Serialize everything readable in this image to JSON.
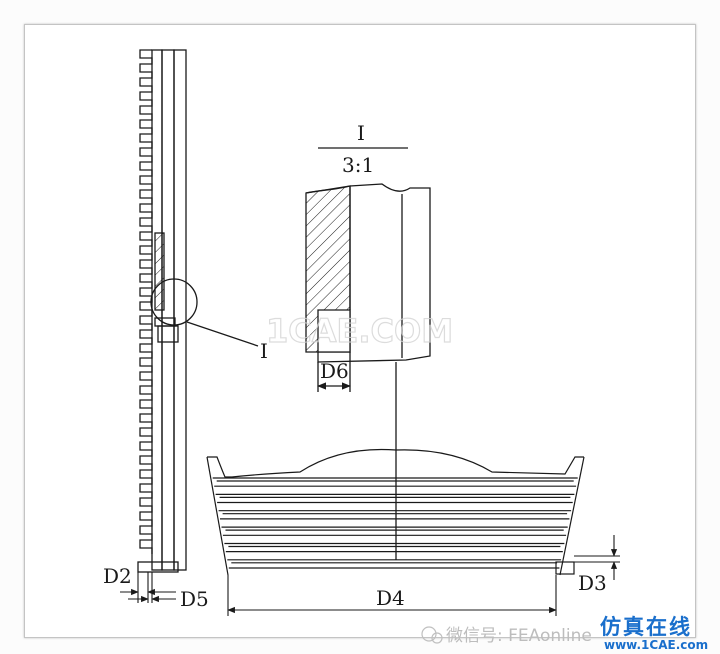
{
  "detail": {
    "label": "I",
    "scale": "3:1"
  },
  "callout_label": "I",
  "dimensions": {
    "d2": "D2",
    "d3": "D3",
    "d4": "D4",
    "d5": "D5",
    "d6": "D6"
  },
  "watermark": {
    "center": "1CAE.COM",
    "footer": "微信号: FEAonline",
    "brand_cn": "仿真在线",
    "brand_url": "www.1CAE.com"
  },
  "colors": {
    "line": "#1a1a1a",
    "brand_blue": "#1a6fcc",
    "watermark": "#d8d8d8"
  }
}
